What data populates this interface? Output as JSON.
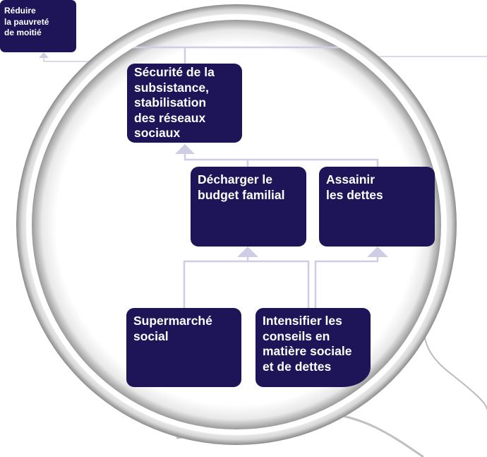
{
  "diagram": {
    "type": "goal-hierarchy-magnified",
    "colors": {
      "node_fill": "#1e1559",
      "node_text": "#ffffff",
      "connector": "#cfcde6",
      "background": "#ffffff"
    },
    "nodes": {
      "goal": {
        "label": "Réduire la pauvreté de moitié",
        "lines": [
          "Réduire",
          "la pauvreté",
          "de moitié"
        ]
      },
      "security": {
        "label": "Sécurité de la subsistance, stabilisation des réseaux sociaux",
        "lines": [
          "Sécurité de la",
          "subsistance,",
          "stabilisation",
          "des réseaux",
          "sociaux"
        ]
      },
      "budget": {
        "label": "Décharger le budget familial",
        "lines": [
          "Décharger le",
          "budget familial"
        ]
      },
      "debts": {
        "label": "Assainir les dettes",
        "lines": [
          "Assainir",
          "les dettes"
        ]
      },
      "supermarket": {
        "label": "Supermarché social",
        "lines": [
          "Supermarché",
          "social"
        ]
      },
      "counseling": {
        "label": "Intensifier les conseils en matière sociale et de dettes",
        "lines": [
          "Intensifier les",
          "conseils en",
          "matière sociale",
          "et de dettes"
        ]
      }
    },
    "edges": [
      {
        "from": "security",
        "to": "goal"
      },
      {
        "from": "budget",
        "to": "security"
      },
      {
        "from": "debts",
        "to": "security"
      },
      {
        "from": "supermarket",
        "to": "budget"
      },
      {
        "from": "counseling",
        "to": "budget"
      },
      {
        "from": "counseling",
        "to": "debts"
      }
    ]
  }
}
